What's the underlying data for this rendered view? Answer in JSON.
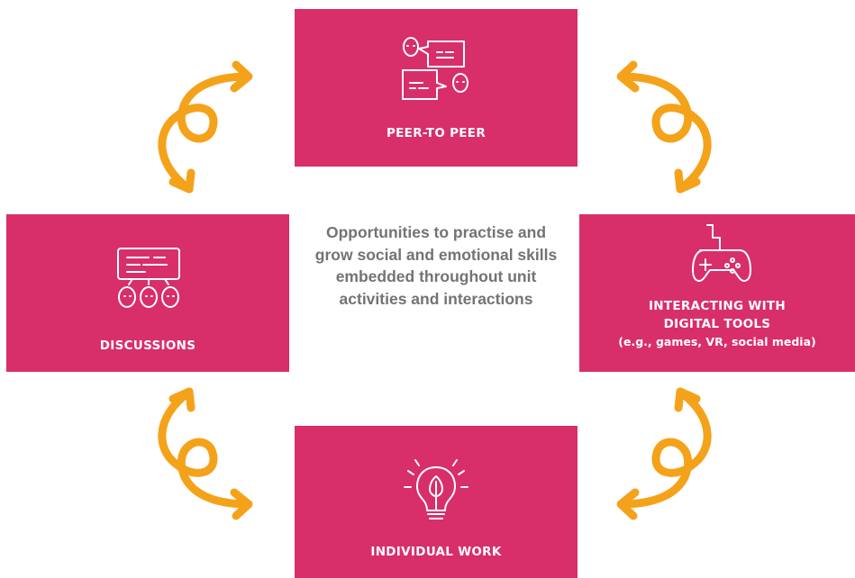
{
  "colors": {
    "box": "#d82e6a",
    "arrow": "#f5a21b",
    "text": "#737373"
  },
  "center_text": "Opportunities to practise and grow social and emotional skills embedded throughout unit activities and interactions",
  "boxes": {
    "top": {
      "label": "PEER-TO PEER",
      "icon": "peer-chat-icon"
    },
    "left": {
      "label": "DISCUSSIONS",
      "icon": "group-discussion-icon"
    },
    "right": {
      "label_line1": "INTERACTING WITH",
      "label_line2": "DIGITAL TOOLS",
      "label_line3": "(e.g., games, VR, social media)",
      "icon": "game-controller-icon"
    },
    "bottom": {
      "label": "INDIVIDUAL WORK",
      "icon": "lightbulb-idea-icon"
    }
  }
}
